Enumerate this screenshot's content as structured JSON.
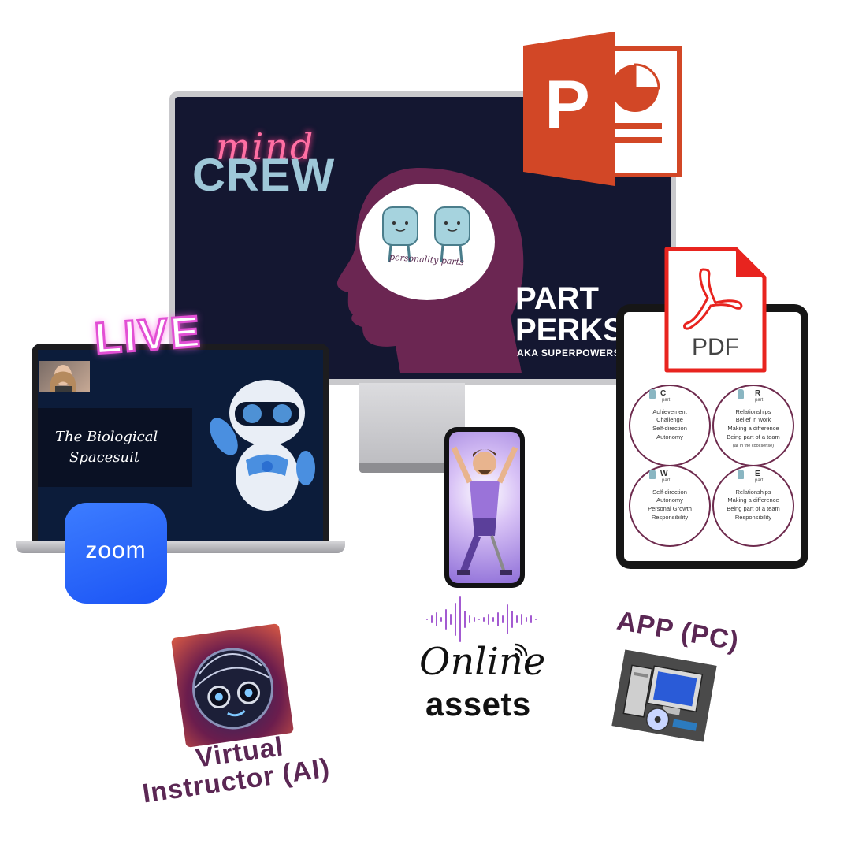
{
  "monitor": {
    "mind": "mind",
    "crew": "CREW",
    "personality": "personality parts",
    "part": "PART",
    "perks": "PERKS",
    "aka": "AKA SUPERPOWERS"
  },
  "ppt": {
    "letter": "P"
  },
  "laptop": {
    "live": "LIVE",
    "bio_line1": "The Biological",
    "bio_line2": "Spacesuit"
  },
  "zoom": {
    "label": "zoom"
  },
  "pdf": {
    "label": "PDF"
  },
  "tablet": {
    "circles": [
      {
        "letter": "C",
        "sub": "part",
        "lines": [
          "Achievement",
          "Challenge",
          "Self-direction",
          "Autonomy"
        ]
      },
      {
        "letter": "R",
        "sub": "part",
        "lines": [
          "Relationships",
          "Belief in work",
          "Making a difference",
          "Being part of a team"
        ],
        "note": "(all in the cool sense)"
      },
      {
        "letter": "W",
        "sub": "part",
        "lines": [
          "Self-direction",
          "Autonomy",
          "Personal Growth",
          "Responsibility"
        ]
      },
      {
        "letter": "E",
        "sub": "part",
        "lines": [
          "Relationships",
          "Making a difference",
          "Being part of a team",
          "Responsibility"
        ]
      }
    ]
  },
  "bottom": {
    "virtual": "Virtual",
    "instructor": "Instructor (AI)",
    "online": "Online",
    "assets": "assets",
    "app": "APP (PC)"
  },
  "colors": {
    "brand_plum": "#5b2754",
    "ppt_orange": "#d24726",
    "pdf_red": "#e8241f",
    "zoom_blue": "#2d6bff",
    "live_pink": "#e24fd4"
  },
  "icons": [
    "powerpoint-icon",
    "pdf-icon",
    "zoom-icon",
    "waveform-icon",
    "signal-icon"
  ]
}
